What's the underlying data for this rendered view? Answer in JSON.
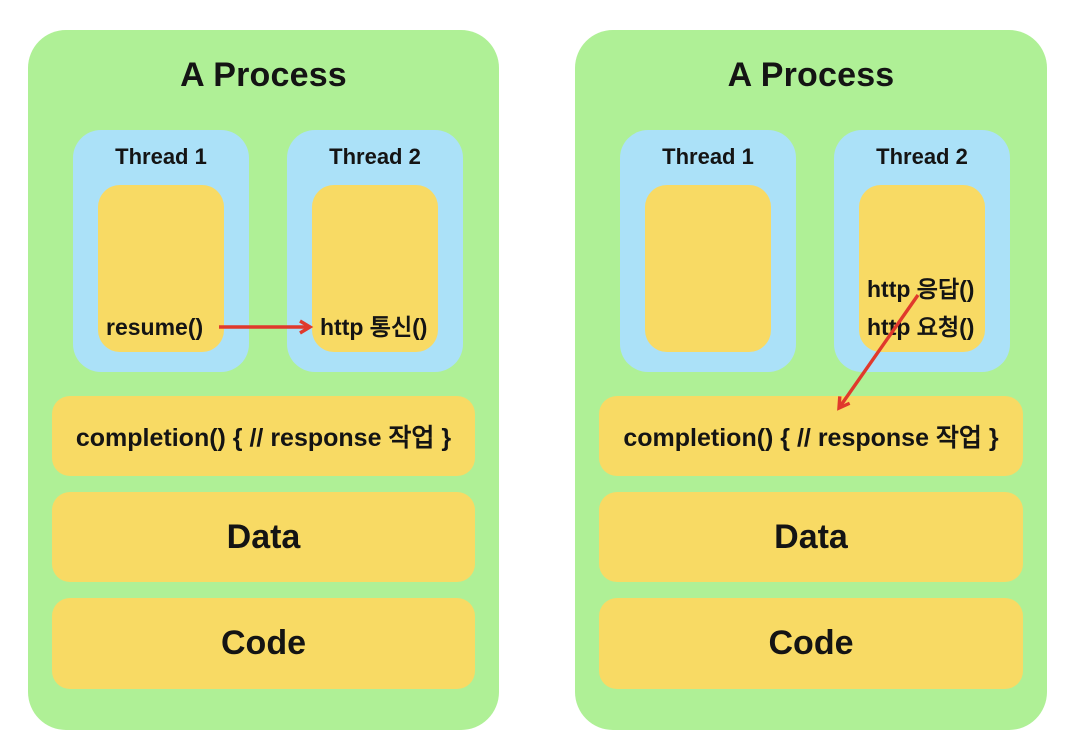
{
  "colors": {
    "background": "#FFFFFF",
    "panel_green": "#AFF096",
    "thread_blue": "#ABE1F8",
    "box_yellow": "#F8DA64",
    "arrow_red": "#E0392C",
    "text": "#141414"
  },
  "processes": [
    {
      "title": "A Process",
      "threads": [
        {
          "label": "Thread 1",
          "items": [
            "resume()"
          ]
        },
        {
          "label": "Thread 2",
          "items": [
            "http 통신()"
          ]
        }
      ],
      "rows": {
        "completion": "completion() { // response 작업 }",
        "data": "Data",
        "code": "Code"
      }
    },
    {
      "title": "A Process",
      "threads": [
        {
          "label": "Thread 1",
          "items": []
        },
        {
          "label": "Thread 2",
          "items": [
            "http 응답()",
            "http 요청()"
          ]
        }
      ],
      "rows": {
        "completion": "completion() { // response 작업 }",
        "data": "Data",
        "code": "Code"
      }
    }
  ],
  "arrows": [
    {
      "name": "resume-to-http-call",
      "from": "resume()",
      "to": "http 통신()"
    },
    {
      "name": "http-response-to-completion",
      "from": "http 응답()",
      "to": "completion() { // response 작업 }"
    }
  ]
}
